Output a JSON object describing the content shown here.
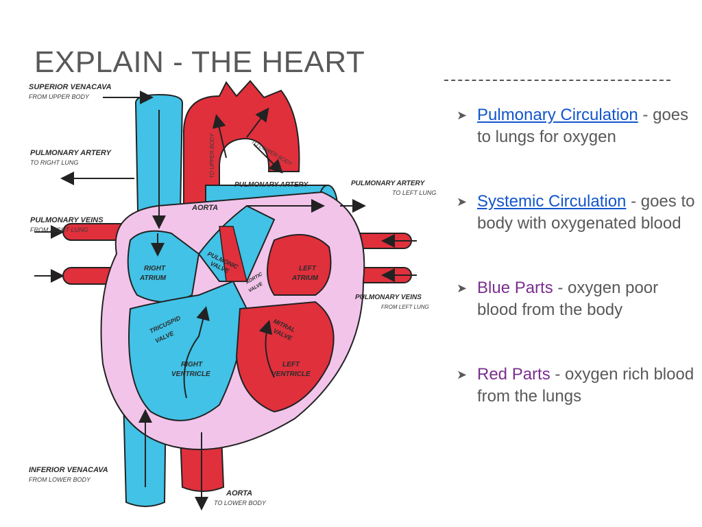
{
  "slide": {
    "title": "EXPLAIN - THE HEART"
  },
  "bullets": [
    {
      "key": "Pulmonary Circulation",
      "dash": " - ",
      "text": "goes to lungs for oxygen",
      "style": "link"
    },
    {
      "key": "Systemic Circulation",
      "dash": " - ",
      "text": "goes to body with oxygenated blood",
      "style": "link"
    },
    {
      "key": "Blue Parts",
      "dash": " - ",
      "text": "oxygen poor blood from the body",
      "style": "purple"
    },
    {
      "key": "Red Parts",
      "dash": " - ",
      "text": "oxygen rich blood from the lungs",
      "style": "purple"
    }
  ],
  "diagram": {
    "labels": {
      "superior_venacava": "SUPERIOR VENACAVA",
      "from_upper_body": "FROM UPPER BODY",
      "pulmonary_artery_left": "PULMONARY ARTERY",
      "to_right_lung": "TO RIGHT LUNG",
      "pulmonary_veins_left": "PULMONARY VEINS",
      "from_right_lung": "FROM RIGHT LUNG",
      "pulmonary_artery_center": "PULMONARY ARTERY",
      "pulmonary_artery_right": "PULMONARY ARTERY",
      "to_left_lung": "TO LEFT LUNG",
      "aorta_top": "AORTA",
      "to_upper_body": "TO UPPER BODY",
      "to_lower_body_arch": "TO LOWER BODY",
      "right_atrium_1": "RIGHT",
      "right_atrium_2": "ATRIUM",
      "pulmonic_valve_1": "PULMONIC",
      "pulmonic_valve_2": "VALVE",
      "aortic_valve_1": "AORTIC",
      "aortic_valve_2": "VALVE",
      "left_atrium_1": "LEFT",
      "left_atrium_2": "ATRIUM",
      "pulmonary_veins_right": "PULMONARY VEINS",
      "from_left_lung": "FROM LEFT LUNG",
      "tricuspid_valve_1": "TRICUSPID",
      "tricuspid_valve_2": "VALVE",
      "mitral_valve_1": "MITRAL",
      "mitral_valve_2": "VALVE",
      "right_ventricle_1": "RIGHT",
      "right_ventricle_2": "VENTRICLE",
      "left_ventricle_1": "LEFT",
      "left_ventricle_2": "VENTRICLE",
      "inferior_venacava": "INFERIOR VENACAVA",
      "from_lower_body": "FROM LOWER BODY",
      "aorta_bottom": "AORTA",
      "to_lower_body": "TO LOWER BODY"
    },
    "colors": {
      "blue": "#41c2e6",
      "red": "#e0303c",
      "pink": "#f2c4ea",
      "outline": "#222222"
    }
  }
}
